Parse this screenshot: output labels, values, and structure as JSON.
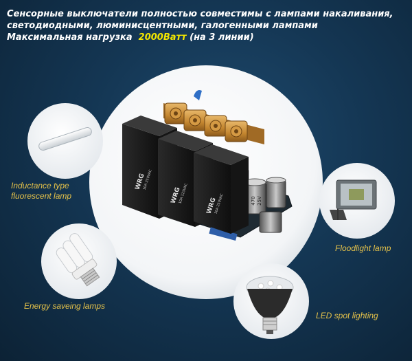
{
  "header": {
    "line1": "Сенсорные выключатели полностью совместимы с лампами накаливания,",
    "line2": "светодиодными, люминисцентными, галогенными лампами",
    "line3_prefix": "Максимальная нагрузка",
    "line3_highlight": "2000Ватт",
    "line3_suffix": "(на 3 линии)"
  },
  "labels": {
    "inductance_line1": "Inductance type",
    "inductance_line2": "fluorescent lamp",
    "energy": "Energy saveing lamps",
    "floodlight": "Floodlight lamp",
    "led_spot": "LED spot lighting"
  },
  "device": {
    "relay_brand": "WRG",
    "relay_rating_1": "10A 250VAC",
    "relay_rating_2": "10A 125VAC",
    "capacitor_value": "470",
    "capacitor_voltage": "25V"
  },
  "colors": {
    "label_gold": "#e5c24a",
    "highlight_yellow": "#f2e600",
    "background": "#143653"
  }
}
